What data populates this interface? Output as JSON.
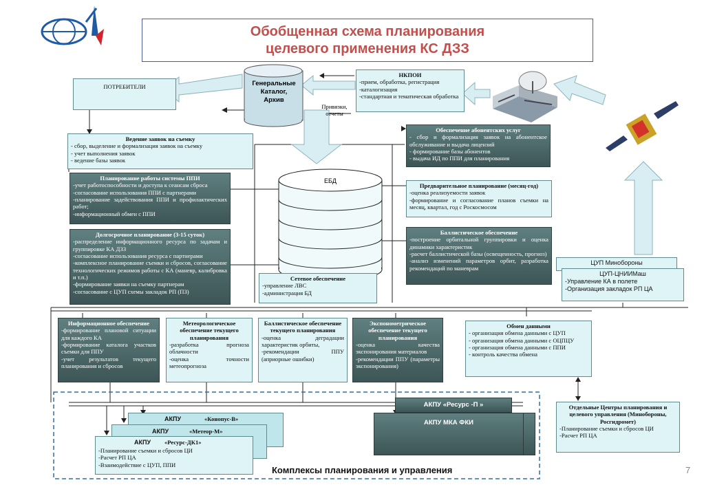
{
  "title": {
    "line1": "Обобщенная схема планирования",
    "line2": "целевого применения КС ДЗЗ"
  },
  "page_number": "7",
  "consumers": {
    "title": "ПОТРЕБИТЕЛИ"
  },
  "archive": {
    "line1": "Генеральные",
    "line2": "Каталог,",
    "line3": "Архив"
  },
  "links_label": {
    "line1": "Привязки,",
    "line2": "отчеты"
  },
  "nkpoi": {
    "title": "НКПОИ",
    "items": [
      "-прием, обработка, регистрация",
      "-каталогизация",
      "-стандартная и тематическая обработка"
    ]
  },
  "orders": {
    "title": "Ведение заявок на съемку",
    "items": [
      "- сбор, выделение и формализация заявок на съемку",
      "- учет выполнения заявок",
      "- ведение базы заявок"
    ]
  },
  "subscriber": {
    "title": "Обеспечение абонентских услуг",
    "items": [
      "- сбор и формализация заявок на абонентское обслуживание и выдача лицензий",
      "- формирование базы абонентов",
      "- выдача ИД по ППИ для планирования"
    ]
  },
  "ppi_planning": {
    "title": "Планирование работы системы ППИ",
    "items": [
      "-учет работоспособности и доступа к сеансам сброса",
      "-согласование использования ППИ с партнерами",
      "-планирование задействования ППИ и профилактических работ;",
      "-информационный обмен с ППИ"
    ]
  },
  "edb": {
    "label": "ЕБД"
  },
  "prelim": {
    "title": "Предварительное планирование (месяц-год)",
    "items": [
      "-оценка реализуемости заявок",
      "-формирование и согласование планов съемки на месяц, квартал, год с Роскосмосом"
    ]
  },
  "longterm": {
    "title": "Долгосрочное планирование (3-15 суток)",
    "items": [
      "-распределение информационного ресурса по задачам и группировке КА ДЗЗ",
      "-согласование использования ресурса с партнерами",
      "-комплексное планирование съемки и сбросов, согласование технологических режимов работы с КА (маневр, калибровка и т.п.)",
      "-формирование заявки на съемку партнерам",
      "-согласование с ЦУП схемы закладок РП (ПЗ)"
    ]
  },
  "ballistic": {
    "title": "Баллистическое обеспечение",
    "items": [
      "-построение орбитальной группировки и оценка динамики характеристик",
      "-расчет баллистической базы (освещенность, прогноз)",
      "-анализ изменений параметров орбит, разработка рекомендаций по маневрам"
    ]
  },
  "network": {
    "title": "Сетевое обеспечение",
    "items": [
      "-управление ЛВС",
      "-администрация БД"
    ]
  },
  "cup_mo": {
    "title": "ЦУП Минобороны"
  },
  "cup": {
    "title": "ЦУП-ЦНИИМаш",
    "items": [
      "-Управление КА в полете",
      "-Организация закладок РП ЦА"
    ]
  },
  "info": {
    "title": "Информационное обеспечение",
    "items": [
      "-формирование плановой ситуации для каждого КА",
      "-формирование каталога участков съемки для ППУ",
      "-учет результатов текущего планирования и сбросов"
    ]
  },
  "meteo": {
    "title": "Метеорологическое обеспечение текущего планирования",
    "items": [
      "-разработка прогноза облачности",
      "-оценка точности метеопрогноза"
    ]
  },
  "ballcur": {
    "title": "Баллистическое обеспечение текущего планирования",
    "items": [
      "-оценка деградации характеристик орбиты,",
      "-рекомендации ППУ (априорные ошибки)"
    ]
  },
  "expo": {
    "title": "Экспонометрическое обеспечение текущего планирования",
    "items": [
      "-оценка качества экспонирования материалов",
      "-рекомендации ППУ (параметры экспонирования)"
    ]
  },
  "exchange": {
    "title": "Обмен данными",
    "items": [
      "- организация обмена данными с ЦУП",
      "- организация обмена данными с ОЦПЦУ",
      "- организация обмена данными с ППИ",
      "- контроль качества обмена"
    ]
  },
  "separate": {
    "title": "Отдельные Центры планирования и целевого управления (Минобороны, Росгидромет)",
    "items": [
      "-Планирование съемки и сбросов ЦИ",
      "-Расчет РП ЦА"
    ]
  },
  "akpu_kanopus": {
    "left": "АКПУ",
    "right": "«Конопус-В»"
  },
  "akpu_meteor": {
    "left": "АКПУ",
    "right": "«Метеор-М»"
  },
  "akpu_resurs_dk": {
    "left": "АКПУ",
    "right": "«Ресурс-ДК1»",
    "items": [
      "-Планирование съемки и сбросов ЦИ",
      "-Расчет РП ЦА",
      "-Взаимодействие с ЦУП, ППИ"
    ]
  },
  "akpu_resurs_p": {
    "label": "АКПУ «Ресурс -П »"
  },
  "akpu_mka": {
    "label": "АКПУ МКА ФКИ"
  },
  "complexes": {
    "label": "Комплексы планирования и управления"
  },
  "colors": {
    "title": "#c0504d",
    "light_box": "#dff4f6",
    "dark_box": "#4d6768",
    "arrow": "#d9eef2",
    "dashed": "#2e6da4"
  }
}
